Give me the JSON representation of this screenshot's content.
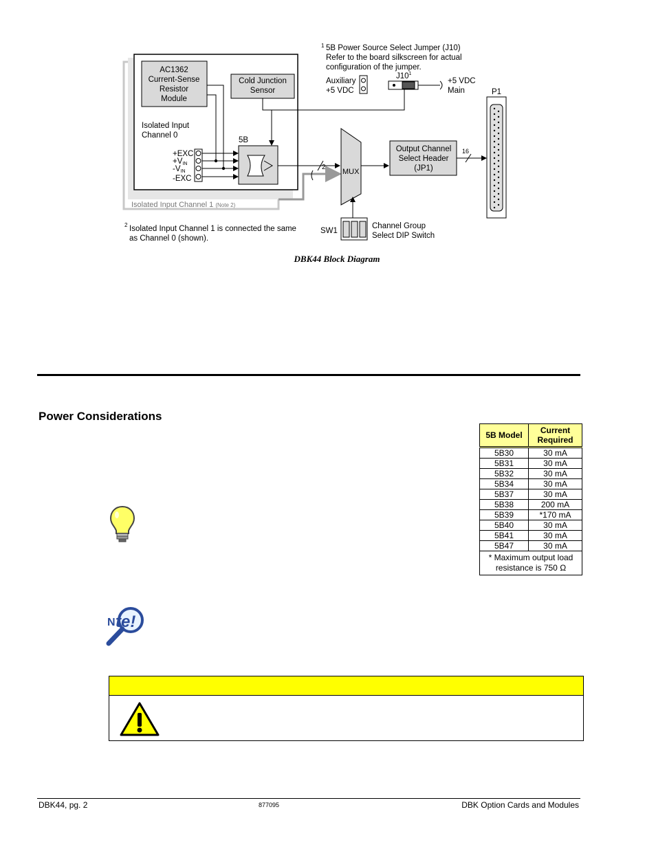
{
  "diagram": {
    "caption": "DBK44 Block Diagram",
    "jumper_note_line1": "5B Power Source Select Jumper (J10)",
    "jumper_note_line2": "Refer to the board silkscreen for actual",
    "jumper_note_line3": "configuration of the jumper.",
    "jumper_note_sup": "1",
    "auxiliary_line1": "Auxiliary",
    "auxiliary_line2": "+5 VDC",
    "j10_label": "J10",
    "j10_sup": "1",
    "main_line1": "+5 VDC",
    "main_line2": "Main",
    "p1_label": "P1",
    "ac1362_line1": "AC1362",
    "ac1362_line2": "Current-Sense",
    "ac1362_line3": "Resistor",
    "ac1362_line4": "Module",
    "cjs_line1": "Cold Junction",
    "cjs_line2": "Sensor",
    "iso0_line1": "Isolated Input",
    "iso0_line2": "Channel 0",
    "label_5b": "5B",
    "term_exc_pos": "+EXC",
    "term_vin_pos": "+V",
    "term_vin_neg": "-V",
    "term_vin_sub": "IN",
    "term_exc_neg": "-EXC",
    "bus_2": "2",
    "mux": "MUX",
    "out_line1": "Output Channel",
    "out_line2": "Select Header",
    "out_line3": "(JP1)",
    "bus_16": "16",
    "iso1_label": "Isolated Input Channel 1",
    "iso1_note": "(Note 2)",
    "sw1": "SW1",
    "dip_line1": "Channel Group",
    "dip_line2": "Select DIP Switch",
    "footnote_sup": "2",
    "footnote_line1": "Isolated Input Channel 1 is connected the same",
    "footnote_line2": "as Channel 0 (shown)."
  },
  "section": {
    "title": "Power Considerations"
  },
  "current_table": {
    "header_model": "5B Model",
    "header_current": "Current Required",
    "rows": [
      {
        "model": "5B30",
        "current": "30 mA"
      },
      {
        "model": "5B31",
        "current": "30 mA"
      },
      {
        "model": "5B32",
        "current": "30 mA"
      },
      {
        "model": "5B34",
        "current": "30 mA"
      },
      {
        "model": "5B37",
        "current": "30 mA"
      },
      {
        "model": "5B38",
        "current": "200 mA"
      },
      {
        "model": "5B39",
        "current": "*170 mA"
      },
      {
        "model": "5B40",
        "current": "30 mA"
      },
      {
        "model": "5B41",
        "current": "30 mA"
      },
      {
        "model": "5B47",
        "current": "30 mA"
      }
    ],
    "footnote_line1": "* Maximum output load",
    "footnote_line2": "resistance is 750 Ω"
  },
  "icons": {
    "tip": "lightbulb-icon",
    "note": "note-magnifier-icon",
    "caution": "warning-triangle-icon"
  },
  "colors": {
    "caution_bar": "#ffff00",
    "table_header": "#ffff99",
    "bulb": "#ffff66"
  },
  "footer": {
    "left": "DBK44, pg.  2",
    "center": "877095",
    "right": "DBK Option Cards and Modules"
  }
}
